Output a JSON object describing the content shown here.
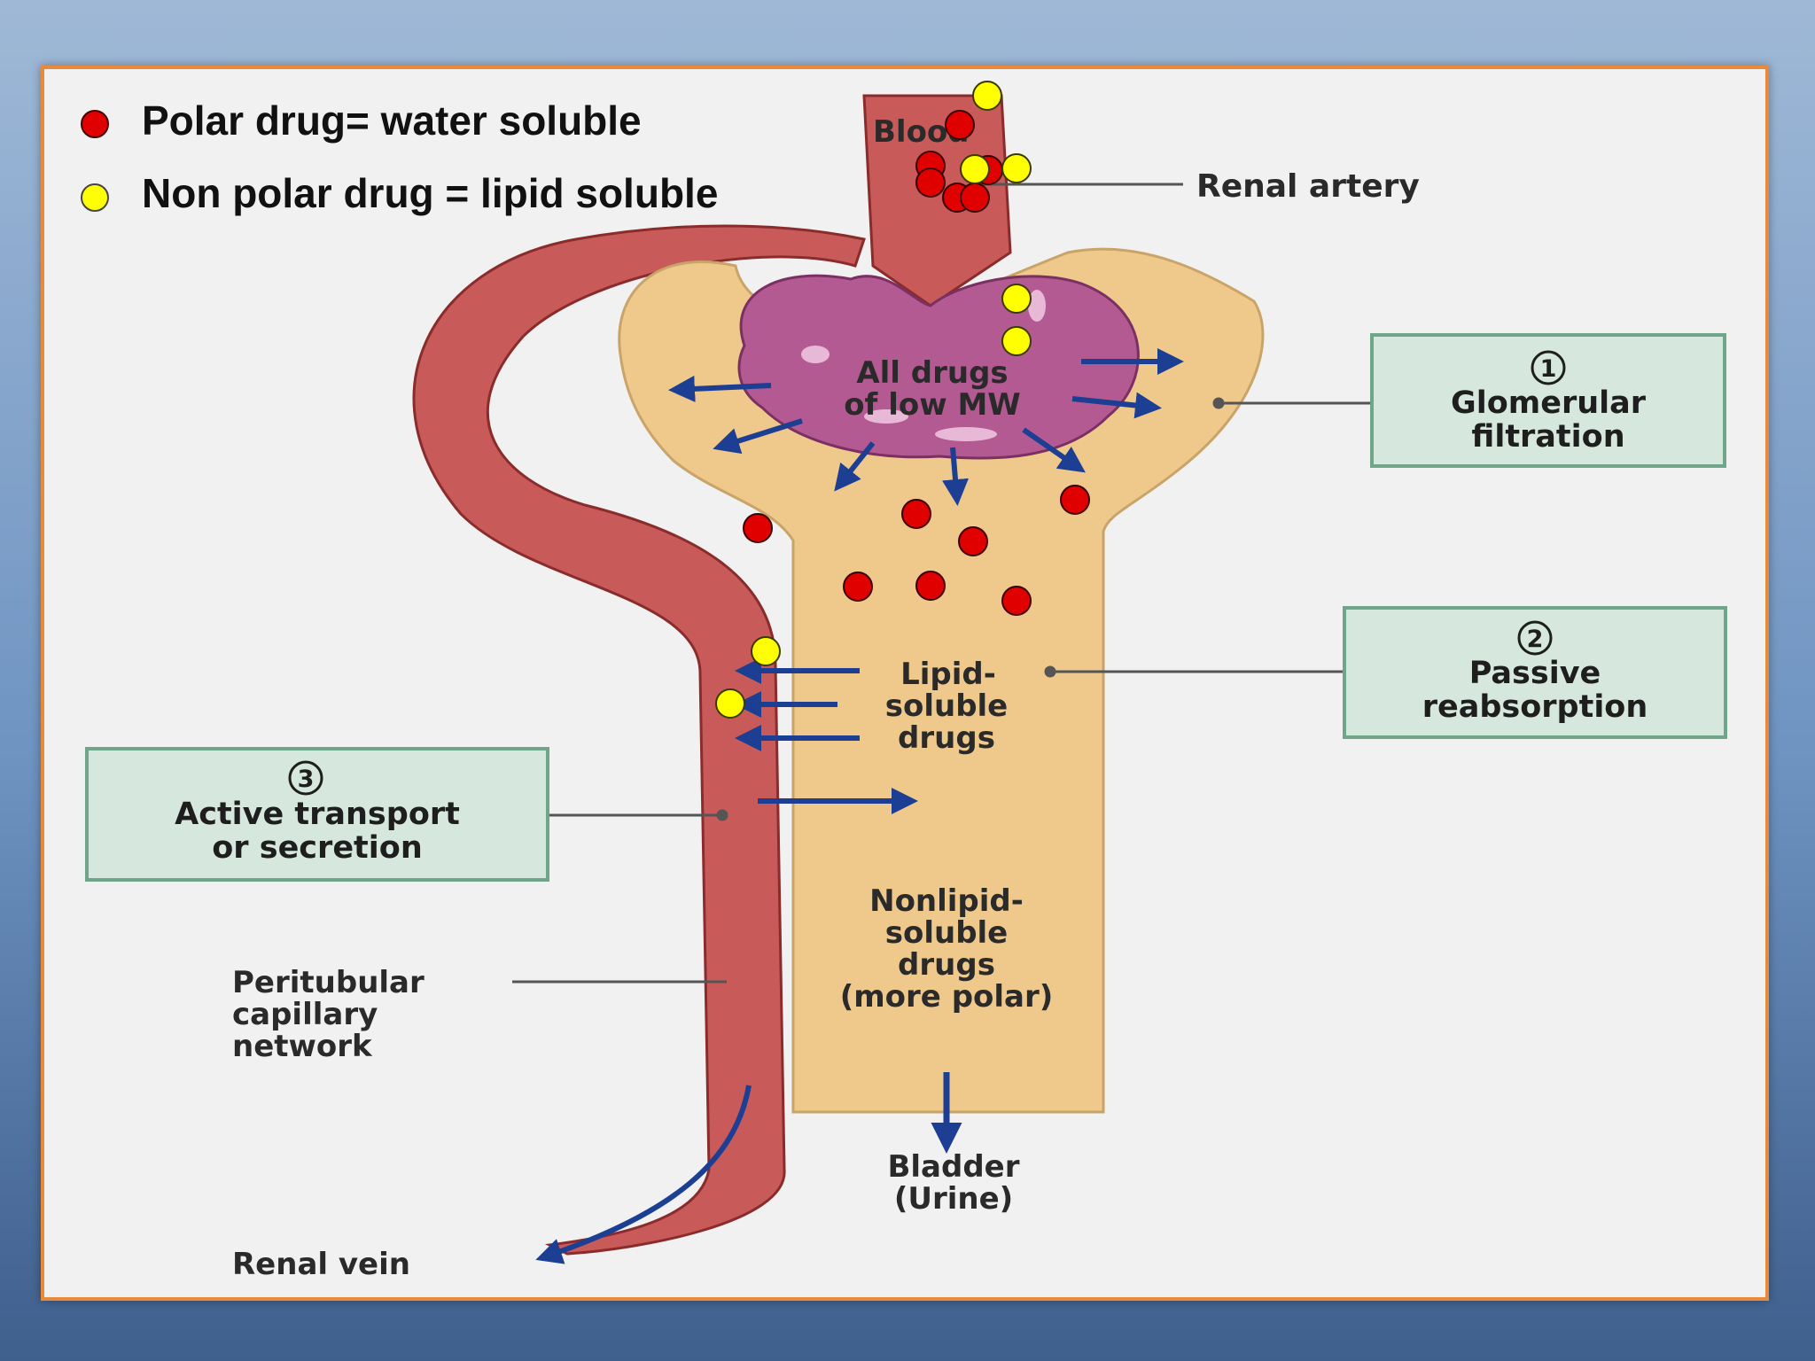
{
  "legend": {
    "polar": "Polar drug= water soluble",
    "nonpolar": "Non polar drug = lipid soluble"
  },
  "labels": {
    "blood": "Blood",
    "renal_artery": "Renal artery",
    "all_drugs_1": "All drugs",
    "all_drugs_2": "of low MW",
    "lipid_1": "Lipid-",
    "lipid_2": "soluble",
    "lipid_3": "drugs",
    "nonlipid_1": "Nonlipid-",
    "nonlipid_2": "soluble",
    "nonlipid_3": "drugs",
    "nonlipid_4": "(more polar)",
    "peritubular_1": "Peritubular",
    "peritubular_2": "capillary",
    "peritubular_3": "network",
    "bladder_1": "Bladder",
    "bladder_2": "(Urine)",
    "renal_vein": "Renal vein"
  },
  "boxes": {
    "glomerular": {
      "num": "1",
      "line1": "Glomerular",
      "line2": "filtration"
    },
    "passive": {
      "num": "2",
      "line1": "Passive",
      "line2": "reabsorption"
    },
    "active": {
      "num": "3",
      "line1": "Active transport",
      "line2": "or secretion"
    }
  },
  "colors": {
    "polar_dot": "#e00000",
    "nonpolar_dot": "#ffff00",
    "vessel": "#c95a5a",
    "glomerulus": "#b45a92",
    "tubule": "#efc88c",
    "box_fill": "#d6e8dd",
    "box_border": "#6fa68a",
    "arrow": "#1c3f94"
  }
}
